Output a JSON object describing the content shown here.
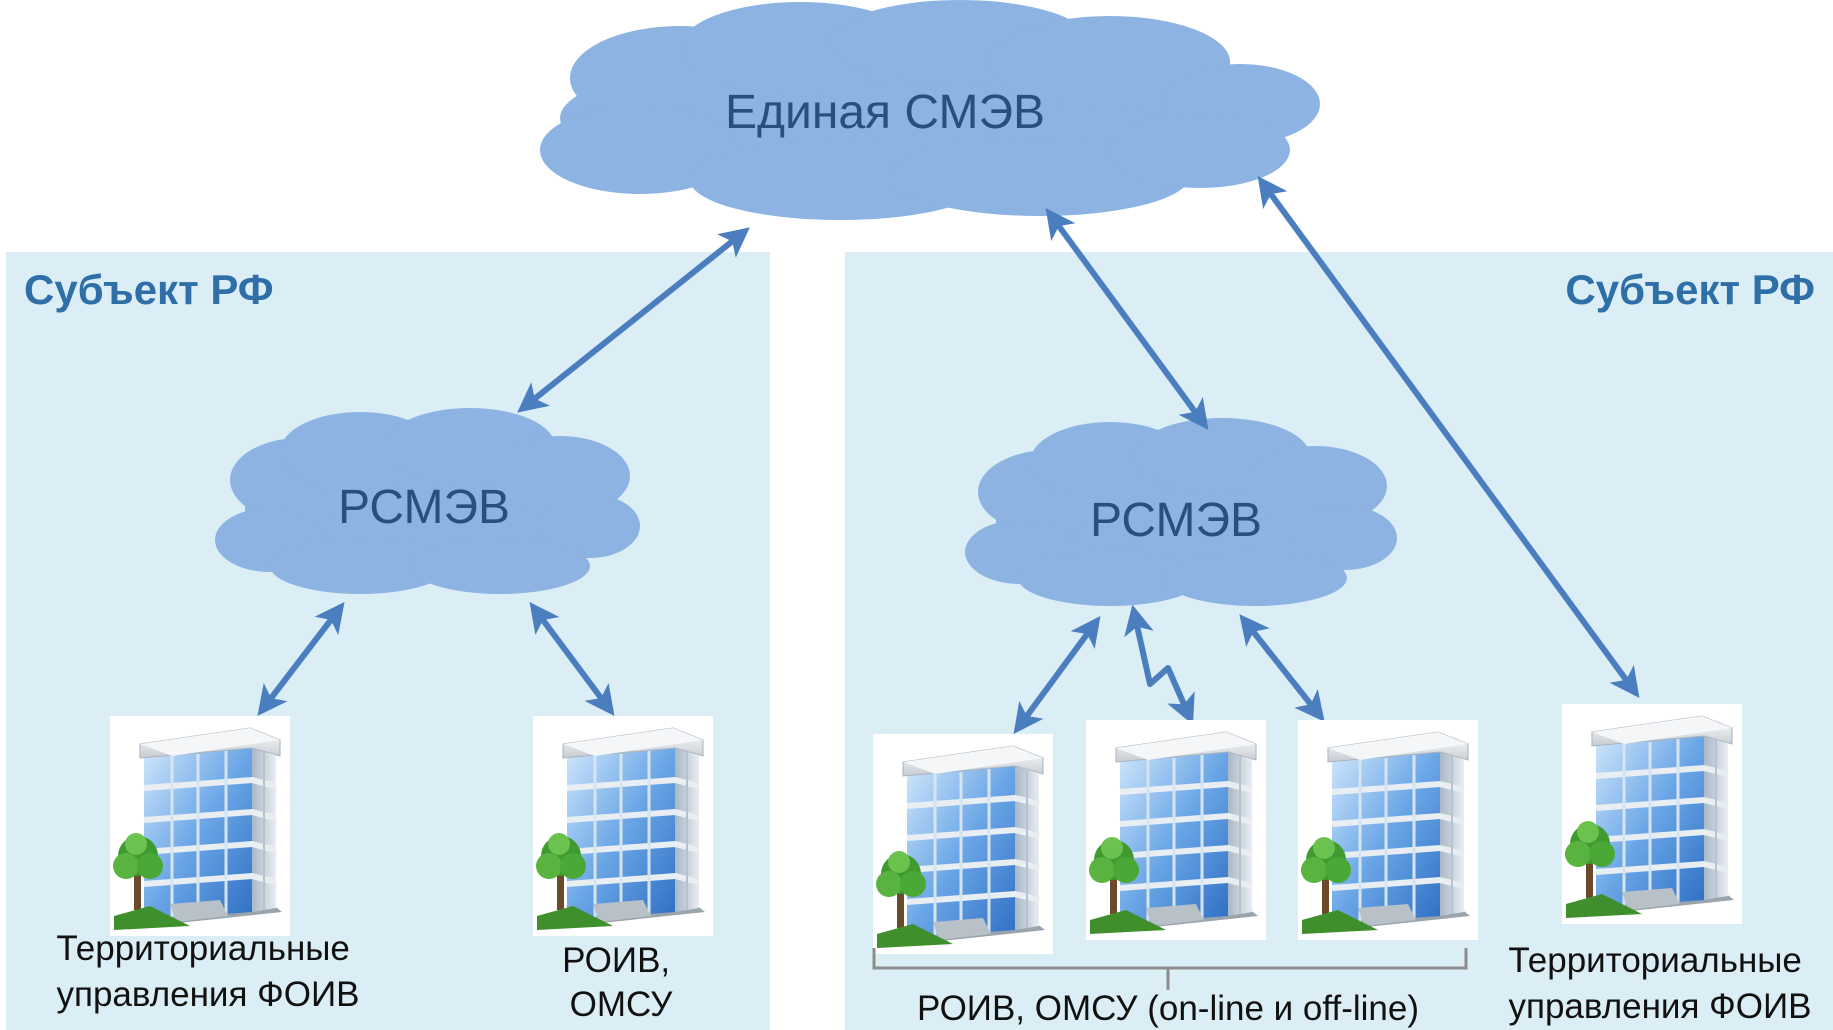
{
  "top_cloud": {
    "label": "Единая СМЭВ"
  },
  "regions": [
    {
      "title": "Субъект РФ",
      "cloud_label": "РСМЭВ",
      "captions": {
        "fo_iv_line1": "Территориальные",
        "fo_iv_line2": "управления ФОИВ",
        "roiv_line1": "РОИВ,",
        "roiv_line2": "ОМСУ"
      }
    },
    {
      "title": "Субъект РФ",
      "cloud_label": "РСМЭВ",
      "captions": {
        "group": "РОИВ, ОМСУ (on-line и off-line)",
        "fo_iv_line1": "Территориальные",
        "fo_iv_line2": "управления ФОИВ"
      }
    }
  ],
  "colors": {
    "region_fill": "#dbeef5",
    "cloud_fill": "#8db3e2",
    "arrow": "#4a7ebf",
    "title_text": "#2f6fa8",
    "cloud_text": "#27507f"
  },
  "icons": {
    "building": "office-building-icon",
    "tree": "tree-icon"
  }
}
